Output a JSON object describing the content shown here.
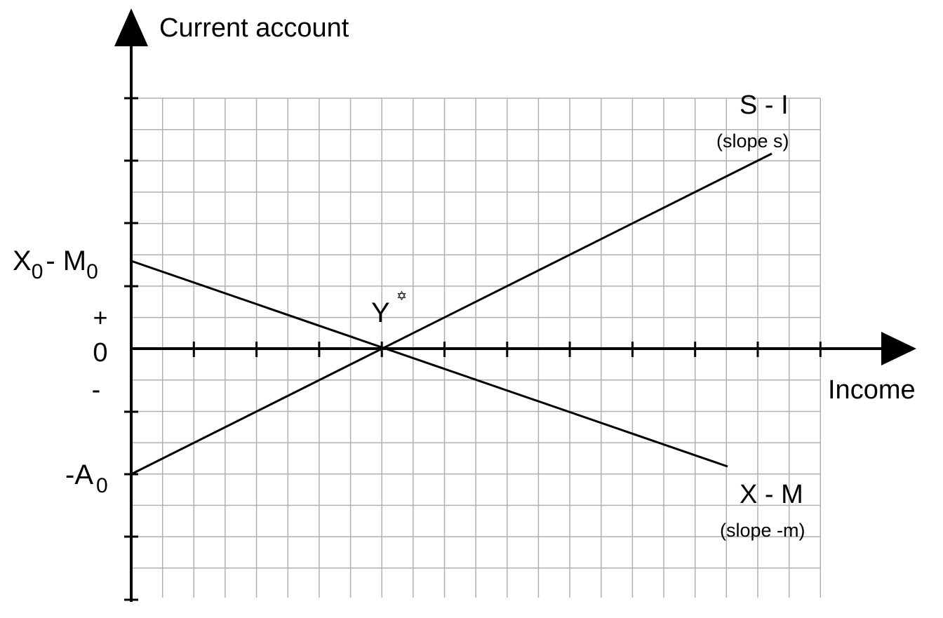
{
  "axes": {
    "y_label": "Current account",
    "x_label": "Income"
  },
  "lines": {
    "saving_investment": {
      "name": "S - I",
      "slope_note": "(slope s)"
    },
    "net_exports": {
      "name": "X - M",
      "slope_note": "(slope -m)"
    }
  },
  "intercepts": {
    "net_exports_intercept": {
      "base1": "X",
      "sub1": "0",
      "mid": "- M",
      "sub2": "0"
    },
    "saving_intercept": {
      "base": "-A",
      "sub": "0"
    }
  },
  "sign_labels": {
    "plus": "+",
    "zero": "0",
    "minus": "-"
  },
  "equilibrium": {
    "base": "Y",
    "mark": "✡"
  },
  "colors": {
    "grid": "#b0b0b0",
    "axis": "#000000",
    "lines": "#000000",
    "background": "#ffffff"
  }
}
